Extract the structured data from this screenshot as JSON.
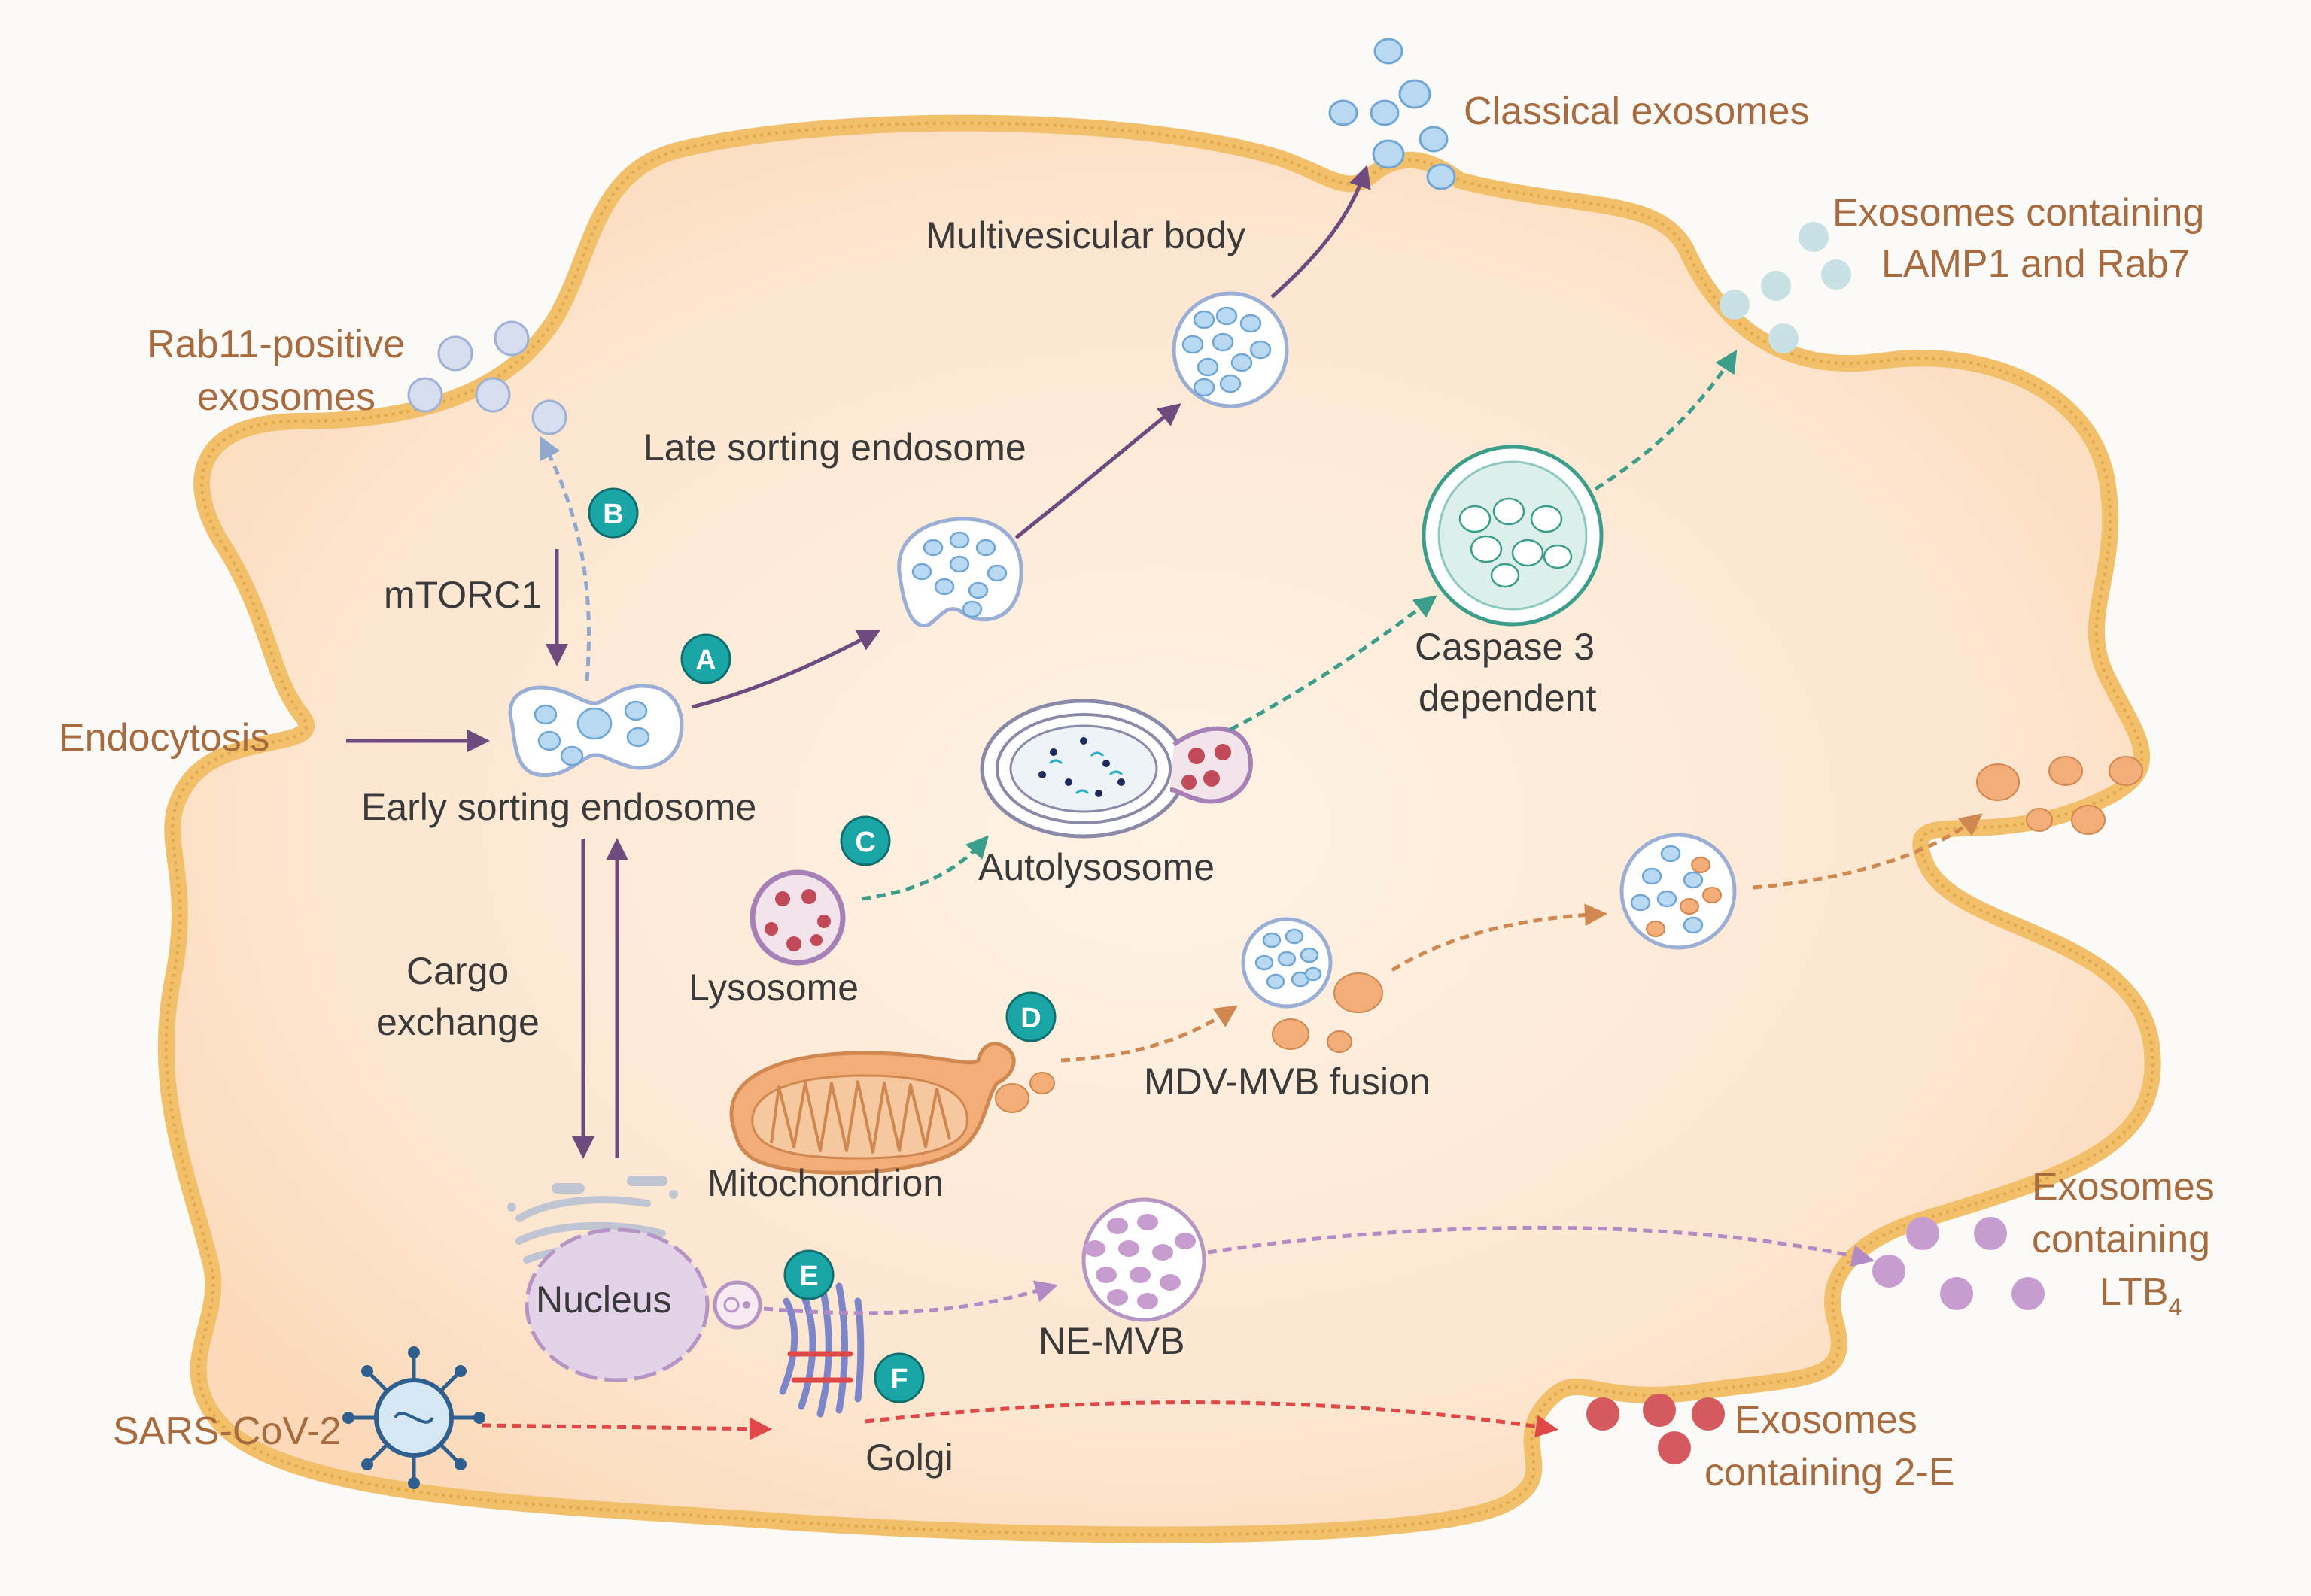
{
  "labels": {
    "classical_exosomes": "Classical exosomes",
    "lamp1_line1": "Exosomes containing",
    "lamp1_line2": "LAMP1 and Rab7",
    "rab11_line1": "Rab11-positive",
    "rab11_line2": "exosomes",
    "multivesicular_body": "Multivesicular body",
    "late_sorting_endosome": "Late sorting endosome",
    "mtorc1": "mTORC1",
    "endocytosis": "Endocytosis",
    "early_sorting_endosome": "Early sorting endosome",
    "caspase_line1": "Caspase 3",
    "caspase_line2": "dependent",
    "autolysosome": "Autolysosome",
    "lysosome": "Lysosome",
    "cargo_line1": "Cargo",
    "cargo_line2": "exchange",
    "mdv_mvb_fusion": "MDV-MVB fusion",
    "mitochondrion": "Mitochondrion",
    "ltb4_line1": "Exosomes",
    "ltb4_line2": "containing",
    "ltb4_line3": "LTB",
    "ltb4_sub": "4",
    "nucleus": "Nucleus",
    "ne_mvb": "NE-MVB",
    "sars_cov_2": "SARS-CoV-2",
    "golgi": "Golgi",
    "twoe_line1": "Exosomes",
    "twoe_line2": "containing 2-E"
  },
  "badges": {
    "a": "A",
    "b": "B",
    "c": "C",
    "d": "D",
    "e": "E",
    "f": "F"
  },
  "colors": {
    "cell_fill": "#fde4cc",
    "membrane": "#f2c06a",
    "badge": "#1aa6a6",
    "purple_arrow": "#6f4a7e",
    "teal_arrow": "#3a9e8a",
    "orange_arrow": "#d08850",
    "lilac_arrow": "#b48ac4",
    "red_arrow": "#e04848",
    "blue_arrow": "#8fa8d0",
    "label_orange": "#a86b3f"
  }
}
